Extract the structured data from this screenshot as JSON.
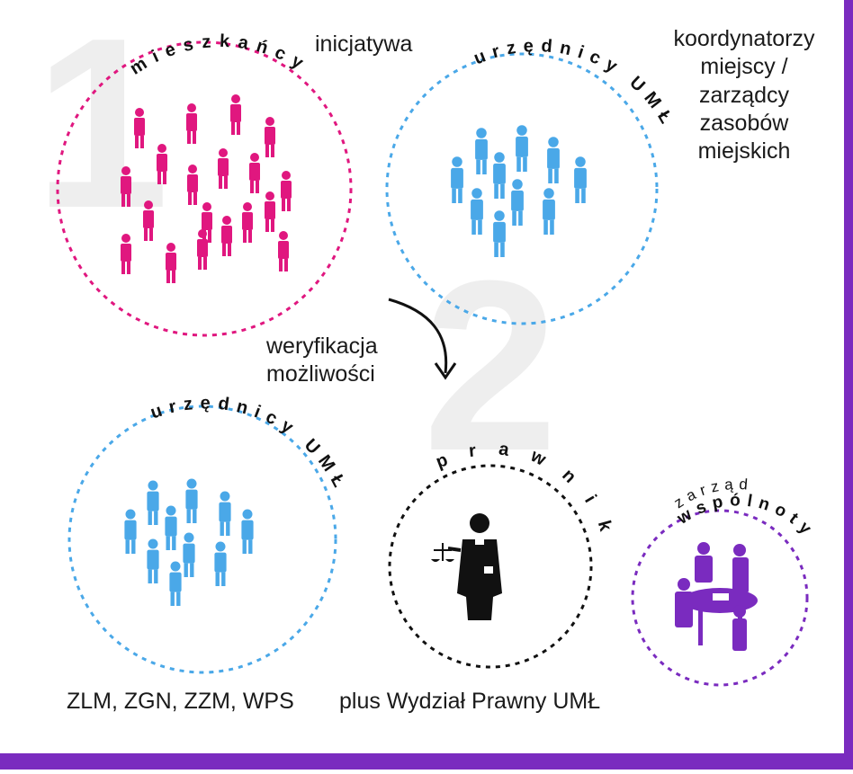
{
  "colors": {
    "pink": "#e0177f",
    "blue": "#4aa8e8",
    "black": "#111111",
    "purple": "#7a2bbf",
    "gray_numeral": "#eeeeee"
  },
  "step_numbers": [
    "1",
    "2"
  ],
  "circles": {
    "residents": {
      "arc_label": "mieszkańcy",
      "icon": "crowd-of-residents-illustration"
    },
    "officials_top": {
      "arc_label": "urzędnicy UMŁ",
      "icon": "group-of-officials-illustration"
    },
    "officials_bottom": {
      "arc_label": "urzędnicy UMŁ",
      "icon": "group-of-officials-illustration"
    },
    "lawyer": {
      "arc_label": "prawnik",
      "icon": "lawyer-with-scales-illustration"
    },
    "community_board": {
      "arc_label_top": "zarząd",
      "arc_label_bottom": "wspólnoty",
      "icon": "meeting-at-table-illustration"
    }
  },
  "labels": {
    "initiative": "inicjatywa",
    "coordinators": [
      "koordynatorzy",
      "miejscy /",
      "zarządcy",
      "zasobów",
      "miejskich"
    ],
    "verification": [
      "weryfikacja",
      "możliwości"
    ],
    "units": "ZLM, ZGN, ZZM, WPS",
    "legal_dept": "plus Wydział Prawny UMŁ"
  }
}
